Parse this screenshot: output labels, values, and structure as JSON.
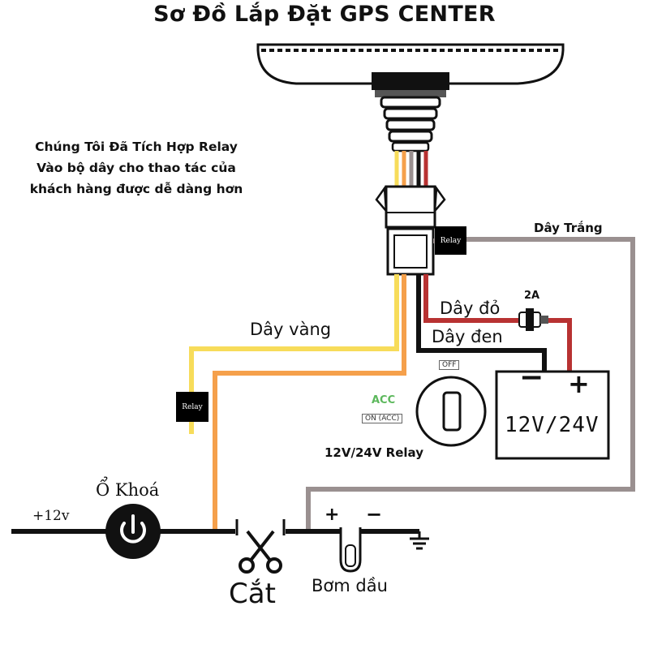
{
  "title": "Sơ Đồ Lắp Đặt GPS CENTER",
  "note_lines": [
    "Chúng Tôi Đã Tích Hợp Relay",
    "Vào bộ dây cho thao tác của",
    "khách hàng được dễ dàng hơn"
  ],
  "wires": {
    "white": "Dây Trắng",
    "yellow": "Dây vàng",
    "red": "Dây đỏ",
    "black": "Dây đen"
  },
  "fuse": "2A",
  "relay_top": "Relay",
  "relay_left": "Relay",
  "ignition": {
    "acc": "ACC",
    "on": "ON (ACC)",
    "off": "OFF",
    "caption": "12V/24V Relay"
  },
  "battery": {
    "minus": "−",
    "plus": "+",
    "voltage": "12V/24V"
  },
  "supply": "+12v",
  "key_switch": "Ổ Khoá",
  "cut": "Cắt",
  "pump": {
    "label": "Bơm dầu",
    "plus": "+",
    "minus": "−"
  },
  "colors": {
    "yellow_wire": "#f7dc5a",
    "orange_wire": "#f5a04b",
    "red_wire": "#b83232",
    "black_wire": "#111111",
    "white_wire": "#9a9090",
    "acc_green": "#5cb85c"
  },
  "icons": {
    "power": "power-icon",
    "scissors": "scissors-icon",
    "ground": "ground-icon",
    "key": "ignition-key-icon"
  }
}
